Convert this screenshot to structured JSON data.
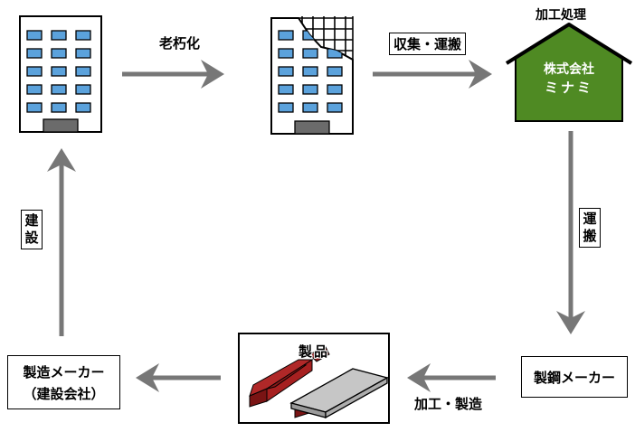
{
  "nodes": {
    "processing_caption": "加工処理",
    "company_line1": "株式会社",
    "company_line2": "ミナミ",
    "steelmaker": "製鋼メーカー",
    "product": "製品",
    "manufacturer_line1": "製造メーカー",
    "manufacturer_line2": "（建設会社）"
  },
  "edges": {
    "aging": "老朽化",
    "collection_transport": "収集・運搬",
    "transport_chars": [
      "運",
      "搬"
    ],
    "processing_manufacturing": "加工・製造",
    "construction_chars": [
      "建",
      "設"
    ]
  },
  "colors": {
    "arrow": "#777777",
    "window": "#5ba2dc",
    "company_house": "#4f8a23",
    "steel_beam": "#a62020",
    "steel_plate": "#c6c6c6"
  }
}
